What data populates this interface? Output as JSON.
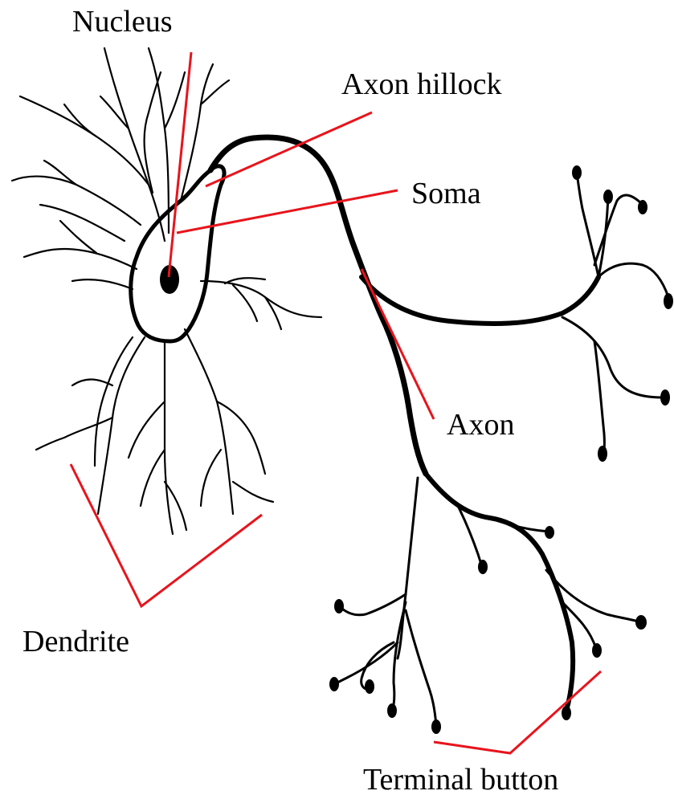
{
  "diagram": {
    "labels": {
      "nucleus": "Nucleus",
      "axon_hillock": "Axon hillock",
      "soma": "Soma",
      "axon": "Axon",
      "dendrite": "Dendrite",
      "terminal_button": "Terminal button"
    },
    "colors": {
      "ink": "#000000",
      "pointer": "#e8141c",
      "background": "#ffffff"
    }
  }
}
